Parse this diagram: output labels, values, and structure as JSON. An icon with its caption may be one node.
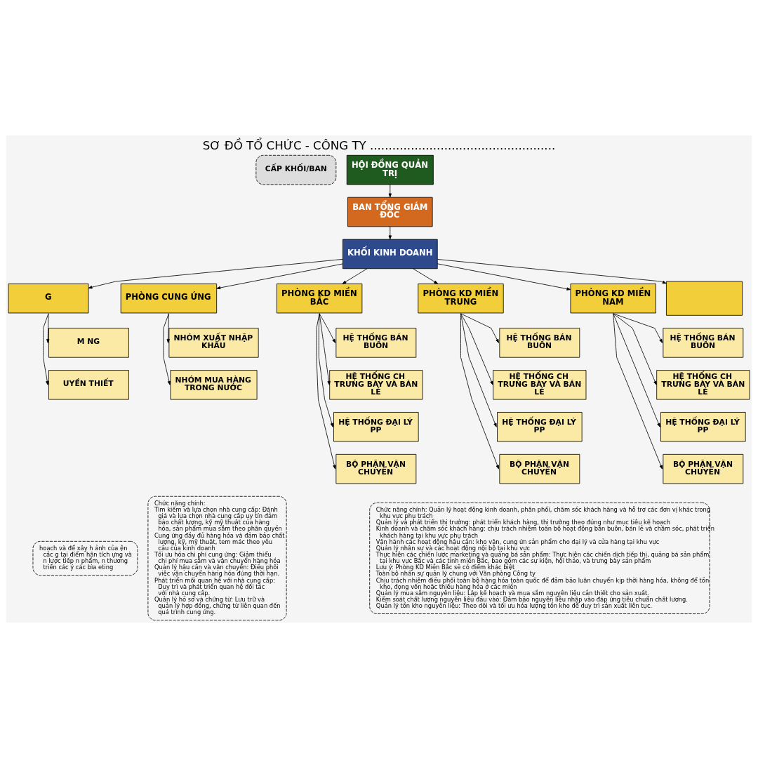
{
  "diagram": {
    "title": "SƠ ĐỒ TỔ CHỨC - CÔNG TY ..................................................",
    "nodes": [
      {
        "text": [
          "CẤP KHỐI/BAN"
        ]
      },
      {
        "text": [
          "HỘI ĐỒNG QUẢN TRỊ"
        ]
      },
      {
        "text": [
          "BAN TỔNG GIÁM ĐỐC"
        ]
      },
      {
        "text": [
          "KHỐI KINH DOANH"
        ]
      },
      {
        "text": [
          "G"
        ]
      },
      {
        "text": [
          "PHÒNG CUNG ỨNG"
        ]
      },
      {
        "text": [
          "PHÒNG KD MIỀN BẮC"
        ]
      },
      {
        "text": [
          "PHÒNG KD MIỀN TRUNG"
        ]
      },
      {
        "text": [
          "PHÒNG KD MIỀN NAM"
        ]
      },
      {
        "text": [],
        "shape": "box"
      },
      {
        "text": [
          "M NG"
        ]
      },
      {
        "text": [
          "UYỀN THIẾT"
        ]
      },
      {
        "text": [
          "NHÓM XUẤT NHẬP KHẨU"
        ]
      },
      {
        "text": [
          "NHÓM MUA HÀNG TRONG NƯỚC"
        ]
      },
      {
        "text": [
          "HỆ THỐNG BÁN BUÔN"
        ]
      },
      {
        "text": [
          "HỆ THỐNG CH TRƯNG BÀY VÀ BÁN LẺ"
        ]
      },
      {
        "text": [
          "HỆ THỐNG ĐẠI LÝ PP"
        ]
      },
      {
        "text": [
          "BỘ PHẬN VẬN CHUYỂN"
        ]
      },
      {
        "text": [
          "HỆ THỐNG BÁN BUÔN"
        ]
      },
      {
        "text": [
          "HỆ THỐNG CH TRƯNG BÀY VÀ BÁN LẺ"
        ]
      },
      {
        "text": [
          "HỆ THỐNG ĐẠI LÝ PP"
        ]
      },
      {
        "text": [
          "BỘ PHẬN VẬN CHUYỂN"
        ]
      },
      {
        "text": [
          "HỆ THỐNG BÁN BUÔN"
        ]
      },
      {
        "text": [
          "HỆ THỐNG CH TRƯNG BÀY VÀ BÁN LẺ"
        ]
      },
      {
        "text": [
          "HỆ THỐNG ĐẠI LÝ PP"
        ]
      },
      {
        "text": [
          "BỘ PHẬN VẬN CHUYỂN"
        ]
      },
      {
        "text": [
          "hoạch và để xây h ảnh của ện các g tại điểm hân tích ựng và n lược tiếp n phẩm, n thương triển các ý các bìa eting"
        ]
      },
      {
        "text": [
          "Chức năng chính:",
          "Tìm kiếm và lựa chọn nhà cung cấp: Đánh giá và lựa chọn nhà cung cấp uy tín đảm bảo chất lượng, kỹ mỹ thuật của hàng hóa, sản phẩm mua sắm theo phân quyền",
          "Cung ứng đầy đủ hàng hóa và đảm bảo chất lượng, kỹ, mỹ thuật, tem mác theo yêu cầu của kinh doanh",
          "Tối ưu hóa chi phí cung ứng: Giảm thiểu chi phí mua sắm và vận chuyển hàng hóa",
          "Quản lý hậu cần và vận chuyển: Điều phối việc vận chuyển hàng hóa đúng thời hạn.",
          "Phát triển mối quan hệ với nhà cung cấp: Duy trì và phát triển quan hệ đối tác với nhà cung cấp.",
          "Quản lý hồ sơ và chứng từ: Lưu trữ và quản lý hợp đồng, chứng từ liên quan đến quá trình cung ứng."
        ]
      },
      {
        "text": [
          "Chức năng chính: Quản lý hoạt động kinh doanh, phân phối, chăm sóc khách hàng và hỗ trợ các đơn vị khác trong khu vực phụ trách",
          "Quản lý và phát triển thị trường: phát triển khách hàng, thị trường theo đúng như mục tiêu kế hoạch",
          "Kinh doanh và chăm sóc khách hàng: chịu trách nhiệm toàn bộ hoạt động bán buôn, bán lẻ và chăm sóc, phát triển khách hàng tại khu vực phụ trách",
          "Vận hành các hoạt động hậu cần: kho vận, cung ứn sản phẩm cho đại lý và cửa hàng tại khu vực",
          "Quản lý nhân sự và các hoạt động nội bộ tại khu vực",
          "Thực hiện các chiến lược marketing và quảng bá sản phẩm: Thực hiện các chiến dịch tiếp thị, quảng bá sản phẩm tại khu vực Bắc và các tỉnh miền Bắc, bao gồm các sự kiện, hội thảo, và trưng bày sản phẩm",
          "Lưu ý: Phòng KD Miền Bắc sẽ có điểm khác biệt",
          "Toàn bộ nhân sự quản lý chung với Văn phòng Công ty",
          "Chịu trách nhiệm điều phối toàn bộ hàng hóa toàn quốc để đảm bảo luân chuyển kịp thời hàng hóa, không để tồn kho, đọng vốn hoặc thiếu hàng hóa ở các miền",
          "Quản lý mua sắm nguyên liệu: Lập kế hoạch và mua sắm nguyên liệu cần thiết cho sản xuất.",
          "Kiểm soát chất lượng nguyên liệu đầu vào: Đảm bảo nguyên liệu nhập vào đáp ứng tiêu chuẩn chất lượng.",
          "Quản lý tồn kho nguyên liệu: Theo dõi và tối ưu hóa lượng tồn kho để duy trì sản xuất liên tục."
        ]
      }
    ],
    "edges": [
      {
        "from": 1,
        "to": 2,
        "arrow": "to"
      },
      {
        "from": 2,
        "to": 3,
        "arrow": "to"
      },
      {
        "from": 3,
        "to": 4,
        "arrow": "to"
      },
      {
        "from": 3,
        "to": 5,
        "arrow": "to"
      },
      {
        "from": 3,
        "to": 6,
        "arrow": "to"
      },
      {
        "from": 3,
        "to": 7,
        "arrow": "to"
      },
      {
        "from": 3,
        "to": 8,
        "arrow": "to"
      },
      {
        "from": 3,
        "to": 9,
        "arrow": "to"
      },
      {
        "from": 4,
        "to": 10,
        "arrow": "to"
      },
      {
        "from": 4,
        "to": 11,
        "arrow": "to"
      },
      {
        "from": 5,
        "to": 12,
        "arrow": "to"
      },
      {
        "from": 5,
        "to": 13,
        "arrow": "to"
      },
      {
        "from": 6,
        "to": 14,
        "arrow": "to"
      },
      {
        "from": 6,
        "to": 15,
        "arrow": "to"
      },
      {
        "from": 6,
        "to": 16,
        "arrow": "to"
      },
      {
        "from": 6,
        "to": 17,
        "arrow": "to"
      },
      {
        "from": 7,
        "to": 18,
        "arrow": "to"
      },
      {
        "from": 7,
        "to": 19,
        "arrow": "to"
      },
      {
        "from": 7,
        "to": 20,
        "arrow": "to"
      },
      {
        "from": 7,
        "to": 21,
        "arrow": "to"
      },
      {
        "from": 8,
        "to": 22,
        "arrow": "to"
      },
      {
        "from": 8,
        "to": 23,
        "arrow": "to"
      },
      {
        "from": 8,
        "to": 24,
        "arrow": "to"
      },
      {
        "from": 8,
        "to": 25,
        "arrow": "to"
      }
    ]
  }
}
